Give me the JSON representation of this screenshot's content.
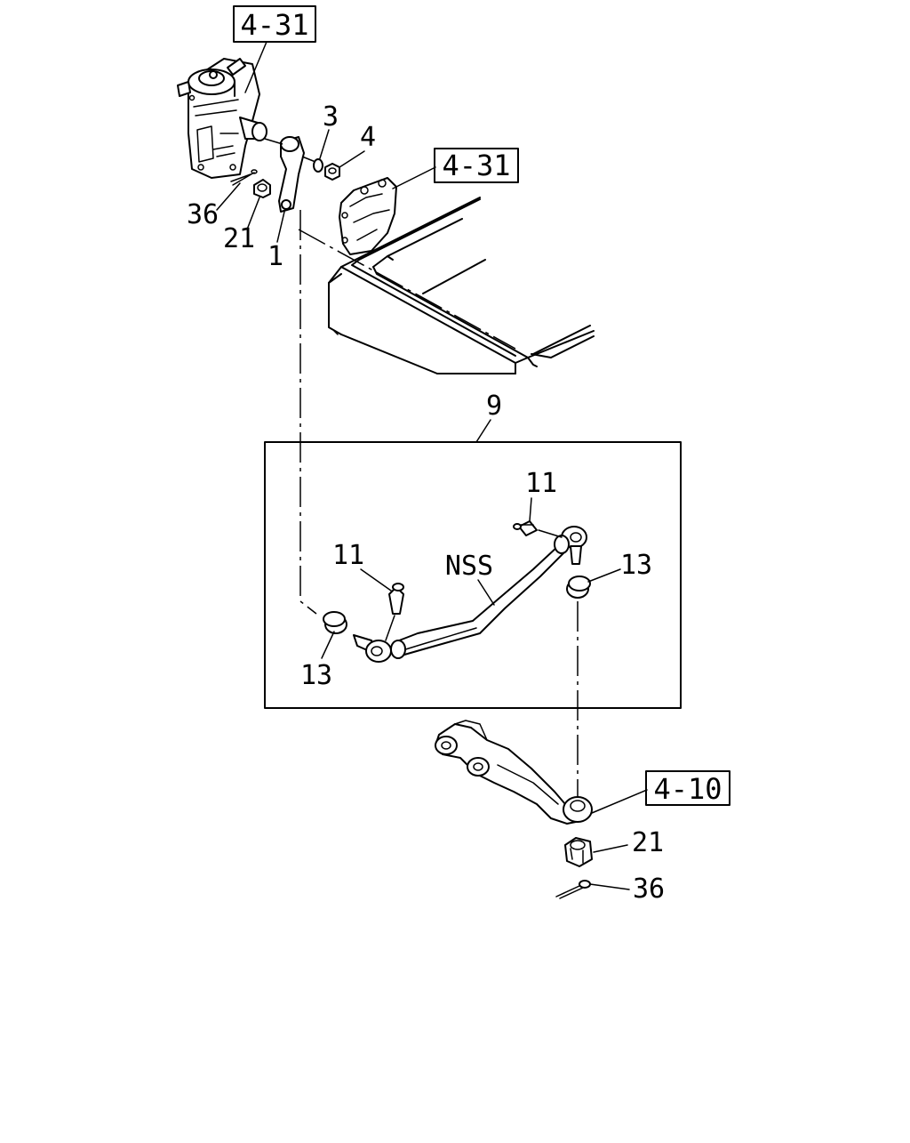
{
  "diagram": {
    "refs": {
      "ref_top": "4-31",
      "ref_bracket": "4-31",
      "ref_arm": "4-10"
    },
    "callouts": {
      "c3": "3",
      "c4": "4",
      "c36_top": "36",
      "c21_top": "21",
      "c1": "1",
      "c9": "9",
      "c11_right": "11",
      "c11_left": "11",
      "nss": "NSS",
      "c13_right": "13",
      "c13_left": "13",
      "c21_bottom": "21",
      "c36_bottom": "36"
    }
  }
}
